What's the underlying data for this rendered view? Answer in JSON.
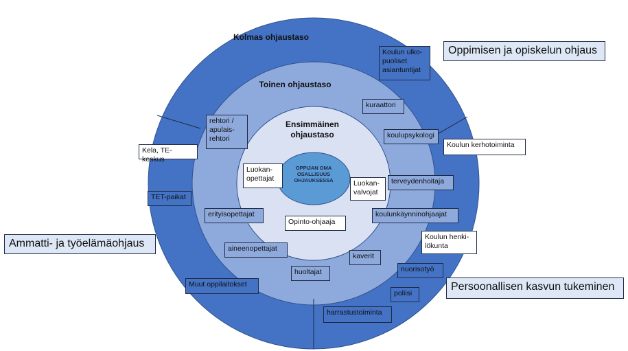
{
  "levels": {
    "third": "Kolmas ohjaustaso",
    "second": "Toinen ohjaustaso",
    "first_line1": "Ensimmäinen",
    "first_line2": "ohjaustaso"
  },
  "center": {
    "line1": "OPPIJAN OMA",
    "line2": "OSALLISUUS",
    "line3": "OHJAUKSESSA"
  },
  "areas": {
    "learning": "Oppimisen ja opiskelun ohjaus",
    "career": "Ammatti- ja työelämäohjaus",
    "personal": "Persoonallisen kasvun tukeminen"
  },
  "first_level_items": {
    "class_teachers_1": "Luokan-",
    "class_teachers_2": "opettajat",
    "class_supervisors_1": "Luokan-",
    "class_supervisors_2": "valvojat",
    "study_counsellor": "Opinto-ohjaaja"
  },
  "second_level_items": {
    "principal_1": "rehtori /",
    "principal_2": "apulais-",
    "principal_3": "rehtori",
    "curator": "kuraattori",
    "psychologist": "koulupsykologi",
    "nurse": "terveydenhoitaja",
    "school_coach": "koulunkäynninohjaajat",
    "special_teachers": "erityisopettajat",
    "subject_teachers": "aineenopettajat",
    "friends": "kaverit",
    "guardians": "huoltajat"
  },
  "third_level_items": {
    "external_experts_1": "Koulun ulko-",
    "external_experts_2": "puoliset",
    "external_experts_3": "asiantuntijat",
    "kela": "Kela, TE-keskus",
    "tet": "TET-paikat",
    "club": "Koulun kerhotoiminta",
    "staff_1": "Koulun henki-",
    "staff_2": "lökunta",
    "youth_work": "nuorisotyö",
    "police": "poliisi",
    "hobbies": "harrastustoiminta",
    "other_schools": "Muut oppilaitokset"
  },
  "colors": {
    "outer_ring": "#4472c4",
    "middle_ring": "#8ea9db",
    "inner_ring": "#d9e1f2",
    "core": "#5b9bd5",
    "area_box": "#dde7f5"
  }
}
